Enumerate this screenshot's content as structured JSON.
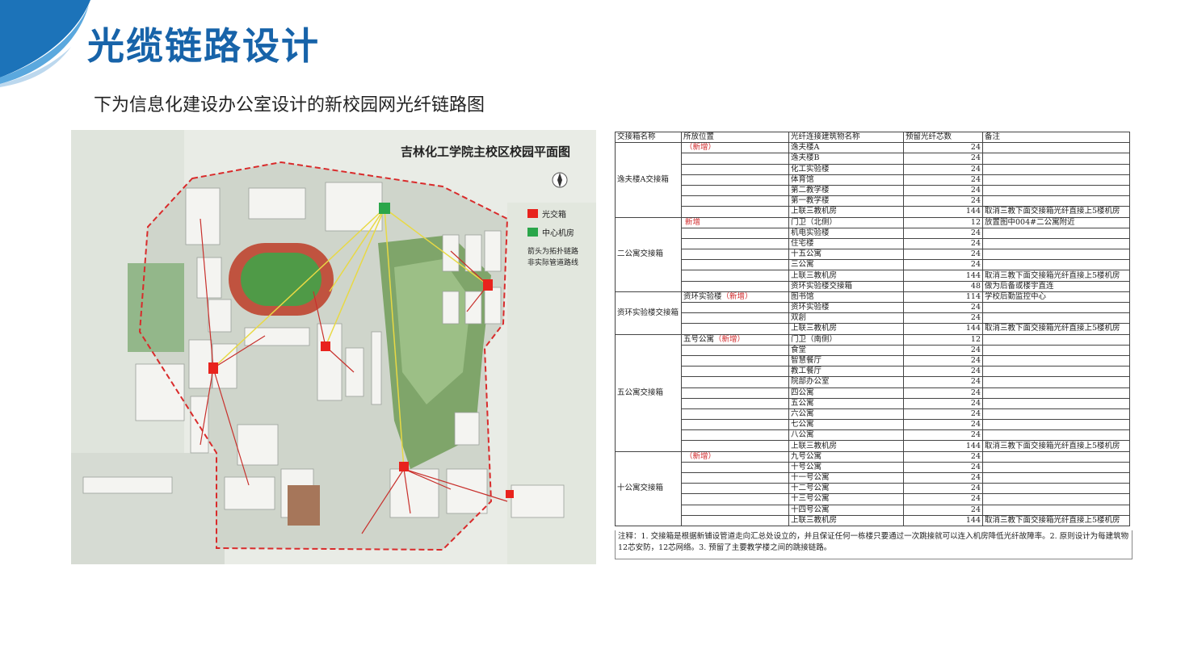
{
  "page": {
    "title": "光缆链路设计",
    "subtitle": "下为信息化建设办公室设计的新校园网光纤链路图"
  },
  "map": {
    "title": "吉林化工学院主校区校园平面图",
    "legend": {
      "fiber_box": "光交箱",
      "center_room": "中心机房",
      "note_line1": "箭头为拓扑链路",
      "note_line2": "非实际管道路线"
    },
    "colors": {
      "fiber_box": "#e8231d",
      "center_room": "#2aa64a",
      "boundary": "#d92b2b",
      "link_red": "#c8302c",
      "link_yellow": "#e8d944"
    }
  },
  "table": {
    "headers": [
      "交接箱名称",
      "所放位置",
      "光纤连接建筑物名称",
      "预留光纤芯数",
      "备注"
    ],
    "groups": [
      {
        "name": "逸夫楼A交接箱",
        "rows": [
          {
            "loc": "（新增）",
            "loc_new": true,
            "bld": "逸夫楼A",
            "n": "24",
            "note": ""
          },
          {
            "loc": "",
            "bld": "逸夫楼B",
            "n": "24",
            "note": ""
          },
          {
            "loc": "",
            "bld": "化工实验楼",
            "n": "24",
            "note": ""
          },
          {
            "loc": "",
            "bld": "体育馆",
            "n": "24",
            "note": ""
          },
          {
            "loc": "",
            "bld": "第二教学楼",
            "n": "24",
            "note": ""
          },
          {
            "loc": "",
            "bld": "第一教学楼",
            "n": "24",
            "note": ""
          },
          {
            "loc": "",
            "bld": "上联三教机房",
            "n": "144",
            "note": "取消三教下面交接箱光纤直接上5楼机房"
          }
        ]
      },
      {
        "name": "二公寓交接箱",
        "rows": [
          {
            "loc": "新增",
            "loc_new": true,
            "bld": "门卫（北侧）",
            "n": "12",
            "note": "放置图中004#二公寓附近"
          },
          {
            "loc": "",
            "bld": "机电实验楼",
            "n": "24",
            "note": ""
          },
          {
            "loc": "",
            "bld": "住宅楼",
            "n": "24",
            "note": ""
          },
          {
            "loc": "",
            "bld": "十五公寓",
            "n": "24",
            "note": ""
          },
          {
            "loc": "",
            "bld": "三公寓",
            "n": "24",
            "note": ""
          },
          {
            "loc": "",
            "bld": "上联三教机房",
            "n": "144",
            "note": "取消三教下面交接箱光纤直接上5楼机房"
          },
          {
            "loc": "",
            "bld": "资环实验楼交接箱",
            "n": "48",
            "note": "做为后备或楼宇直连"
          }
        ]
      },
      {
        "name": "资环实验楼交接箱",
        "rows": [
          {
            "loc": "资环实验楼",
            "loc_suffix": "（新增）",
            "bld": "图书馆",
            "n": "114",
            "note": "学校后勤监控中心"
          },
          {
            "loc": "",
            "bld": "资环实验楼",
            "n": "24",
            "note": ""
          },
          {
            "loc": "",
            "bld": "双創",
            "n": "24",
            "note": ""
          },
          {
            "loc": "",
            "bld": "上联三教机房",
            "n": "144",
            "note": "取消三教下面交接箱光纤直接上5楼机房"
          }
        ]
      },
      {
        "name": "五公寓交接箱",
        "rows": [
          {
            "loc": "五号公寓",
            "loc_suffix": "（新增）",
            "bld": "门卫（南侧）",
            "n": "12",
            "note": ""
          },
          {
            "loc": "",
            "bld": "食堂",
            "n": "24",
            "note": ""
          },
          {
            "loc": "",
            "bld": "智慧餐厅",
            "n": "24",
            "note": ""
          },
          {
            "loc": "",
            "bld": "教工餐厅",
            "n": "24",
            "note": ""
          },
          {
            "loc": "",
            "bld": "院部办公室",
            "n": "24",
            "note": ""
          },
          {
            "loc": "",
            "bld": "四公寓",
            "n": "24",
            "note": ""
          },
          {
            "loc": "",
            "bld": "五公寓",
            "n": "24",
            "note": ""
          },
          {
            "loc": "",
            "bld": "六公寓",
            "n": "24",
            "note": ""
          },
          {
            "loc": "",
            "bld": "七公寓",
            "n": "24",
            "note": ""
          },
          {
            "loc": "",
            "bld": "八公寓",
            "n": "24",
            "note": ""
          },
          {
            "loc": "",
            "bld": "上联三教机房",
            "n": "144",
            "note": "取消三教下面交接箱光纤直接上5楼机房"
          }
        ]
      },
      {
        "name": "十公寓交接箱",
        "rows": [
          {
            "loc": "（新增）",
            "loc_new": true,
            "bld": "九号公寓",
            "n": "24",
            "note": ""
          },
          {
            "loc": "",
            "bld": "十号公寓",
            "n": "24",
            "note": ""
          },
          {
            "loc": "",
            "bld": "十一号公寓",
            "n": "24",
            "note": ""
          },
          {
            "loc": "",
            "bld": "十二号公寓",
            "n": "24",
            "note": ""
          },
          {
            "loc": "",
            "bld": "十三号公寓",
            "n": "24",
            "note": ""
          },
          {
            "loc": "",
            "bld": "十四号公寓",
            "n": "24",
            "note": ""
          },
          {
            "loc": "",
            "bld": "上联三教机房",
            "n": "144",
            "note": "取消三教下面交接箱光纤直接上5楼机房"
          }
        ]
      }
    ],
    "footnote": "注释：1. 交接箱是根据新铺设管道走向汇总处设立的，并且保证任何一栋楼只要通过一次跳接就可以连入机房降低光纤故障率。2. 原则设计为每建筑物12芯安防，12芯网络。3. 预留了主要教学楼之间的跳接链路。"
  }
}
